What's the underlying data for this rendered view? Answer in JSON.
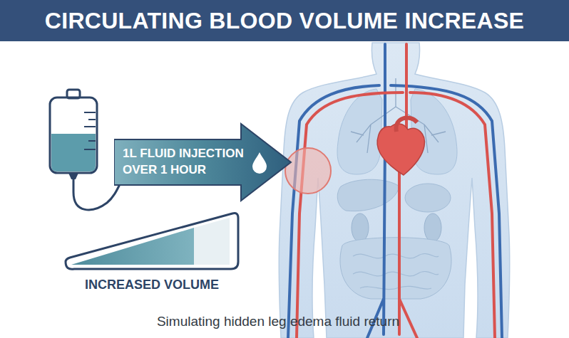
{
  "diagram": {
    "title": "CIRCULATING BLOOD VOLUME INCREASE",
    "caption": "Simulating hidden leg edema fluid return",
    "nodes": [
      {
        "text": [
          "1L FLUID INJECTION OVER 1 HOUR"
        ]
      }
    ],
    "labels": [
      "INCREASED VOLUME"
    ]
  }
}
